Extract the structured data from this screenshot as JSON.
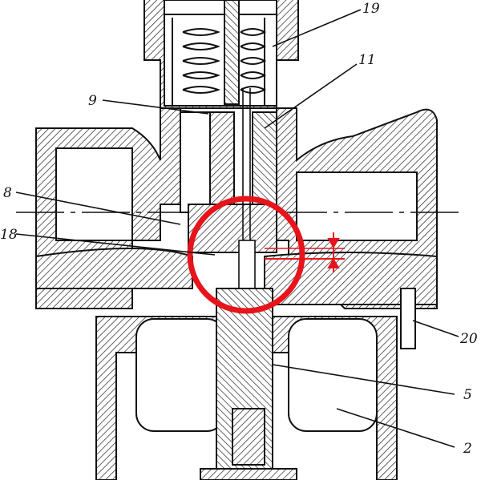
{
  "callouts": [
    {
      "id": "19",
      "text": "19"
    },
    {
      "id": "11",
      "text": "11"
    },
    {
      "id": "9",
      "text": "9"
    },
    {
      "id": "8",
      "text": "8"
    },
    {
      "id": "18",
      "text": "18"
    },
    {
      "id": "20",
      "text": "20"
    },
    {
      "id": "5",
      "text": "5"
    },
    {
      "id": "2",
      "text": "2"
    }
  ],
  "colors": {
    "ink": "#111111",
    "hatch": "#222222",
    "highlight": "#e8141b",
    "background": "#ffffff"
  }
}
